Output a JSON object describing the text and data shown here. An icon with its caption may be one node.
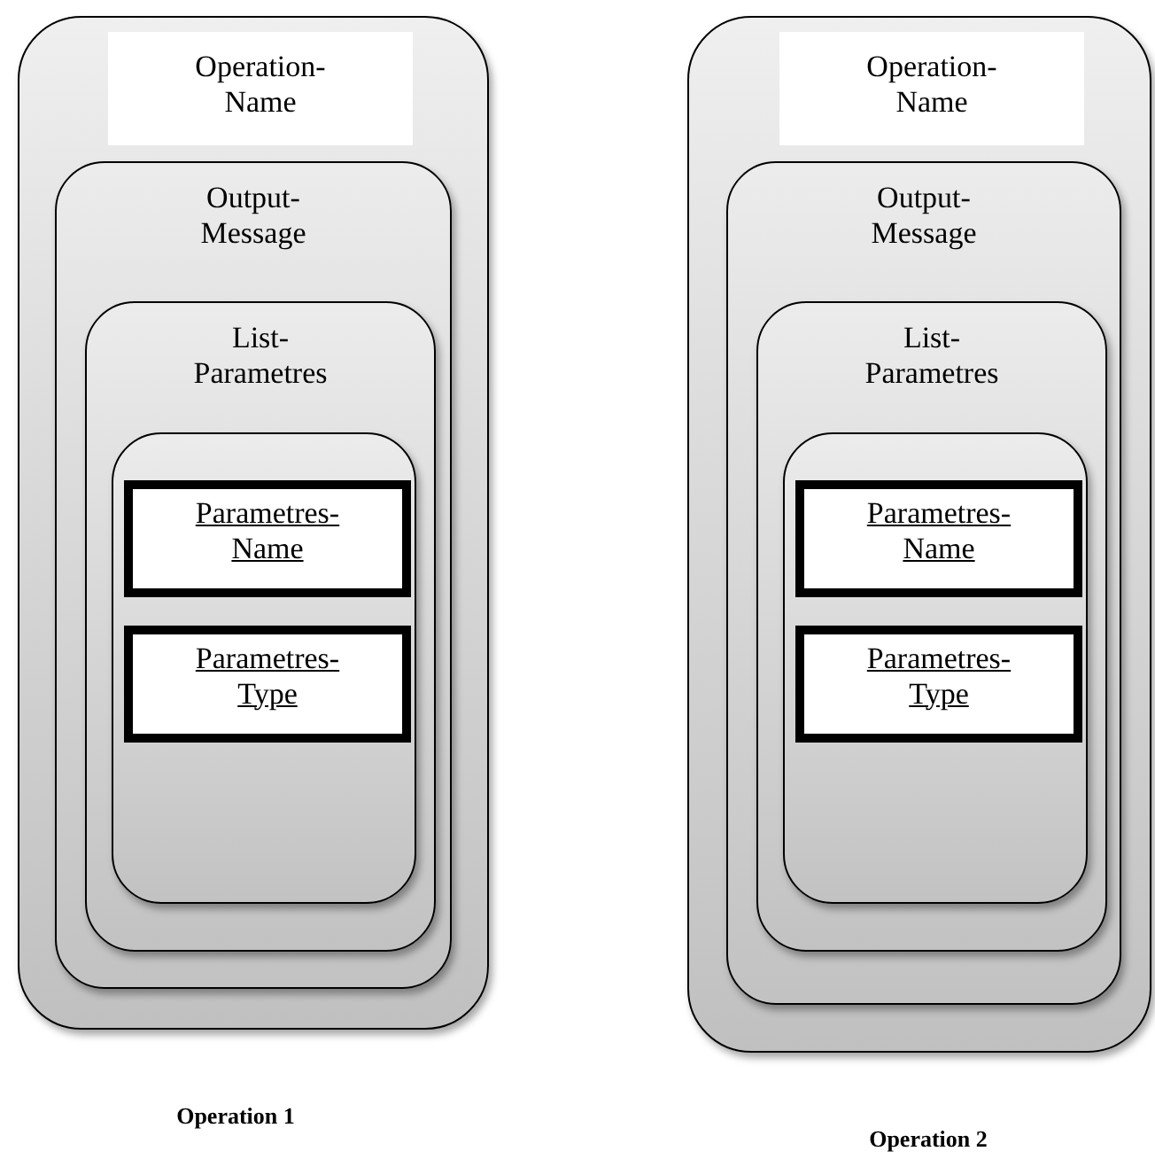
{
  "diagram": {
    "nodes": [
      {
        "text": [],
        "shape": "box",
        "beside": [
          "Operation 1"
        ]
      },
      {
        "text": [
          "Operation-Name"
        ],
        "in": 0
      },
      {
        "text": [
          "Output-Message"
        ],
        "in": 0
      },
      {
        "text": [
          "List-Parametres"
        ],
        "in": 2
      },
      {
        "text": [],
        "shape": "box",
        "in": 3
      },
      {
        "text": [
          "Parametres-Name"
        ],
        "in": 4
      },
      {
        "text": [
          "Parametres-Type"
        ],
        "in": 4
      },
      {
        "text": [],
        "shape": "box",
        "beside": [
          "Operation 2"
        ]
      },
      {
        "text": [
          "Operation-Name"
        ],
        "in": 7
      },
      {
        "text": [
          "Output-Message"
        ],
        "in": 7
      },
      {
        "text": [
          "List-Parametres"
        ],
        "in": 9
      },
      {
        "text": [],
        "shape": "box",
        "in": 10
      },
      {
        "text": [
          "Parametres-Name"
        ],
        "in": 11
      },
      {
        "text": [
          "Parametres-Type"
        ],
        "in": 11
      }
    ]
  }
}
